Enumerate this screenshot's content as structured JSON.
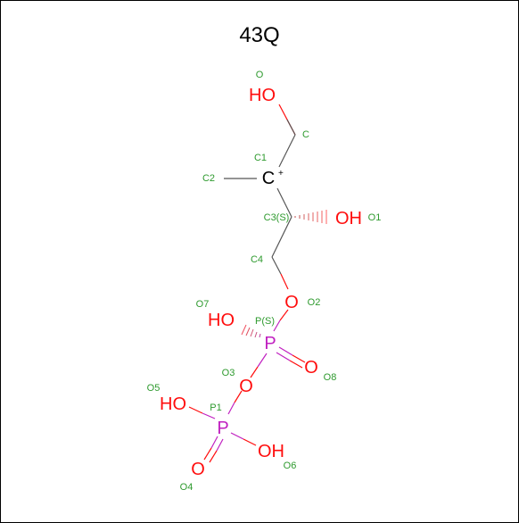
{
  "title": "43Q",
  "colors": {
    "carbon": "#000000",
    "oxygen": "#ff0d0d",
    "phosphorus": "#c020c0",
    "label": "#2e9a2e",
    "bond": "#555555",
    "frame": "#000000"
  },
  "atoms": {
    "o_top": {
      "text": "HO",
      "label": "O"
    },
    "c": {
      "label": "C"
    },
    "c1": {
      "text": "C",
      "charge": "+",
      "label": "C1"
    },
    "c2": {
      "label": "C2"
    },
    "c3": {
      "label": "C3(S)"
    },
    "o1": {
      "text": "OH",
      "label": "O1"
    },
    "c4": {
      "label": "C4"
    },
    "o2": {
      "text": "O",
      "label": "O2"
    },
    "p_s": {
      "text": "P",
      "label": "P(S)"
    },
    "o7": {
      "text": "HO",
      "label": "O7"
    },
    "o8": {
      "text": "O",
      "label": "O8"
    },
    "o3": {
      "text": "O",
      "label": "O3"
    },
    "p1": {
      "text": "P",
      "label": "P1"
    },
    "o5": {
      "text": "HO",
      "label": "O5"
    },
    "o6": {
      "text": "OH",
      "label": "O6"
    },
    "o4": {
      "text": "O",
      "label": "O4"
    }
  }
}
